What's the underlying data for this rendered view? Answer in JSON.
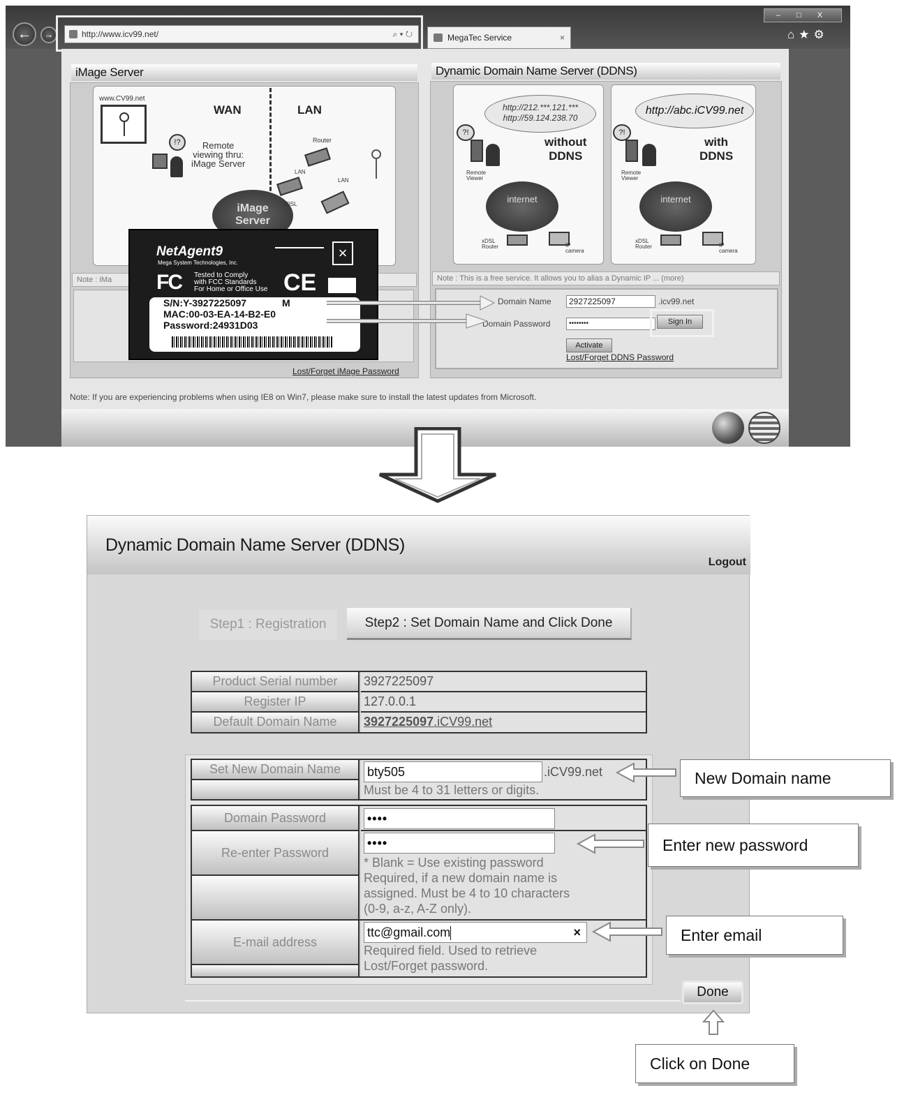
{
  "browser": {
    "url": "http://www.icv99.net/",
    "tab_title": "MegaTec Service",
    "addr_tools": "⌕ ▾ ↻",
    "tab_close": "×",
    "window_controls": "– □ X",
    "right_icons": "⌂★⚙"
  },
  "image_server": {
    "title": "iMage Server",
    "site": "www.CV99.net",
    "wan": "WAN",
    "lan": "LAN",
    "remote_text": "Remote\nviewing thru:\niMage Server",
    "cloud_label": "iMage\nServer",
    "router": "Router",
    "xdsl": "xDSL",
    "lan_small": "LAN",
    "note": "Note : iMa",
    "lost_link": "Lost/Forget iMage Password"
  },
  "device_label": {
    "brand": "NetAgent9",
    "maker": "Mega System Technologies, Inc.",
    "fcc_text": "Tested to Comply\nwith FCC Standards\nFor Home or Office Use",
    "serial": "S/N:Y-3927225097",
    "serial_suffix": "M",
    "mac": "MAC:00-03-EA-14-B2-E0",
    "password": "Password:24931D03"
  },
  "ddns_top": {
    "title": "Dynamic Domain Name Server (DDNS)",
    "without_urls": "http://212.***.121.***\nhttp://59.124.238.70",
    "without_label": "without\nDDNS",
    "with_url": "http://abc.iCV99.net",
    "with_label": "with\nDDNS",
    "internet": "internet",
    "remote_viewer": "Remote\nViewer",
    "xdsl_router": "xDSL\nRouter",
    "ip_camera": "IP\ncamera",
    "note": "Note : This is a free service. It allows you to alias a Dynamic IP ... (more)",
    "domain_name_label": "Domain Name",
    "domain_name_value": "2927225097",
    "domain_suffix": ".icv99.net",
    "domain_password_label": "Domain Password",
    "domain_password_value": "••••••••",
    "sign_in": "Sign In",
    "activate": "Activate",
    "lost_link": "Lost/Forget DDNS Password"
  },
  "ie_note": "Note: If you are experiencing problems when using IE8 on Win7, please make sure to install the latest updates from Microsoft.",
  "ddns_form": {
    "title": "Dynamic Domain Name Server (DDNS)",
    "logout": "Logout",
    "step1": "Step1 : Registration",
    "step2": "Step2 : Set Domain Name and Click Done",
    "info": [
      {
        "label": "Product Serial number",
        "value": "3927225097"
      },
      {
        "label": "Register IP",
        "value": "127.0.0.1"
      }
    ],
    "default_domain_label": "Default Domain Name",
    "default_domain_bold": "3927225097",
    "default_domain_suffix": ".iCV99.net",
    "new_domain_label": "Set New Domain Name",
    "new_domain_value": "bty505",
    "new_domain_suffix": ".iCV99.net",
    "new_domain_hint": "Must be 4 to 31 letters or digits.",
    "password_label": "Domain Password",
    "password_value": "••••",
    "reenter_label": "Re-enter Password",
    "reenter_value": "••••",
    "password_hint_1": "* Blank = Use existing password",
    "password_hint_2": "Required, if a new domain name is",
    "password_hint_3": "assigned. Must be 4 to 10 characters",
    "password_hint_4": "(0-9, a-z, A-Z only).",
    "email_label": "E-mail address",
    "email_value": "ttc@gmail.com",
    "email_clear": "×",
    "email_hint_1": "Required field. Used to retrieve",
    "email_hint_2": "Lost/Forget password.",
    "done": "Done"
  },
  "callouts": {
    "new_domain": "New Domain name",
    "new_password": "Enter new password",
    "email": "Enter email",
    "done": "Click on Done"
  }
}
